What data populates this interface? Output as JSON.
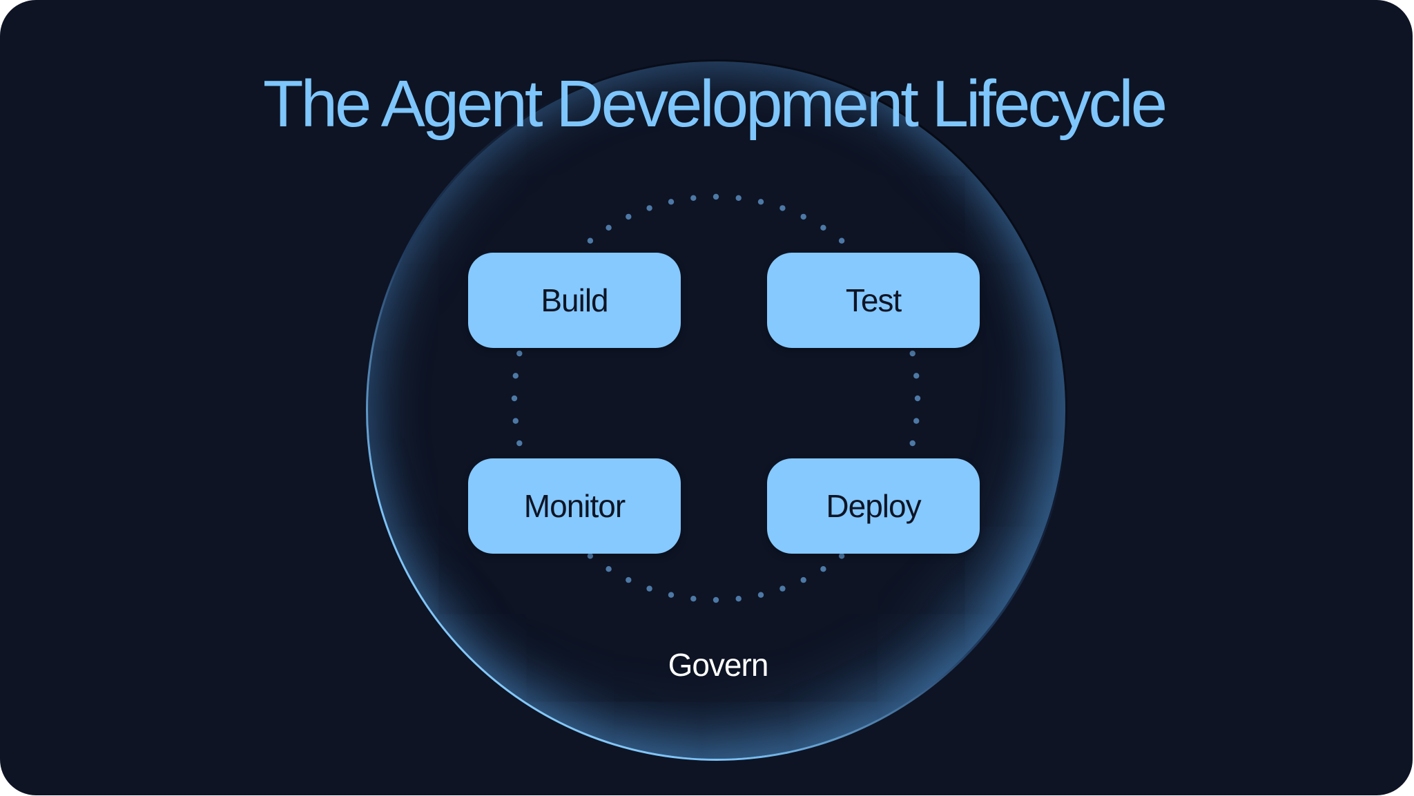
{
  "diagram": {
    "title": "The Agent Development Lifecycle",
    "stages": [
      {
        "id": "build",
        "label": "Build"
      },
      {
        "id": "test",
        "label": "Test"
      },
      {
        "id": "monitor",
        "label": "Monitor"
      },
      {
        "id": "deploy",
        "label": "Deploy"
      }
    ],
    "outer_label": "Govern",
    "colors": {
      "background": "#0e1424",
      "title": "#7ec6fb",
      "stage_fill": "#85c9ff",
      "stage_text": "#0e1424",
      "dots": "#4d79a6",
      "govern_text": "#ffffff",
      "ring_glow": "#7cc2f6"
    }
  }
}
